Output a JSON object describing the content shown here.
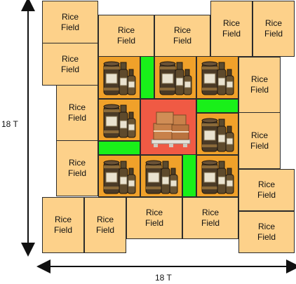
{
  "field_label": [
    "Rice",
    "Field"
  ],
  "dimension_vertical": "18 T",
  "dimension_horizontal": "18 T",
  "colors": {
    "rice_field": "#fdd18a",
    "brewery": "#f0a12a",
    "road_green": "#19f019",
    "warehouse": "#f05a44"
  },
  "icons": {
    "brewery": "barrel-bottle-icon",
    "warehouse": "crate-pallet-icon"
  }
}
